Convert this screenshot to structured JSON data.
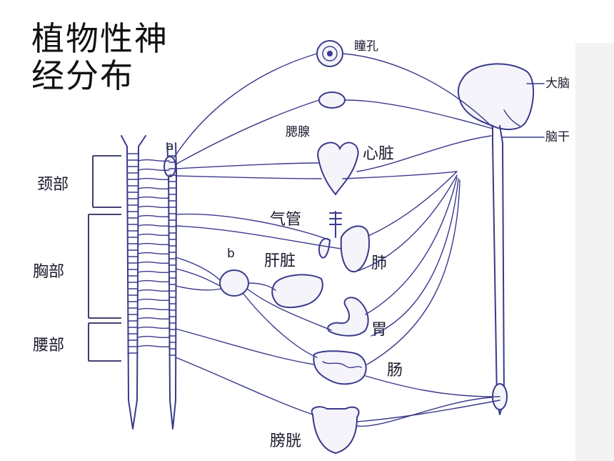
{
  "title": {
    "line1": "植物性神",
    "line2": "经分布"
  },
  "labels": {
    "pupil": "瞳孔",
    "cerebrum": "大脑",
    "brainstem": "脑干",
    "gland": "腮腺",
    "heart": "心脏",
    "trachea": "气管",
    "lung": "肺",
    "liver": "肝脏",
    "stomach": "胃",
    "intestine": "肠",
    "bladder": "膀胱",
    "neck": "颈部",
    "chest": "胸部",
    "waist": "腰部",
    "ganglion_a": "a",
    "ganglion_b": "b"
  },
  "colors": {
    "ink": "#3a3a8c",
    "text": "#1a1a2e",
    "background": "#ffffff"
  }
}
